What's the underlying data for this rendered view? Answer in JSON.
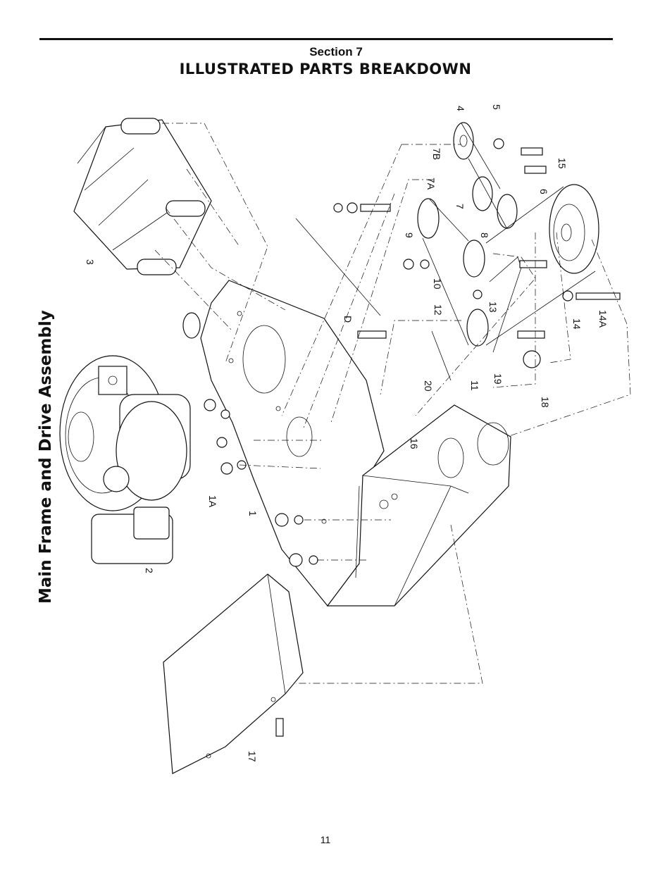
{
  "header": {
    "section_label": "Section 7",
    "section_title": "ILLUSTRATED PARTS BREAKDOWN"
  },
  "side_title": "Main Frame and Drive Assembly",
  "footer": {
    "page_number": "11"
  },
  "diagram": {
    "callouts": [
      "1",
      "1A",
      "2",
      "3",
      "4",
      "5",
      "6",
      "7",
      "7A",
      "7B",
      "8",
      "9",
      "10",
      "11",
      "12",
      "13",
      "14",
      "14A",
      "15",
      "16",
      "17",
      "18",
      "19",
      "20",
      "D"
    ]
  }
}
